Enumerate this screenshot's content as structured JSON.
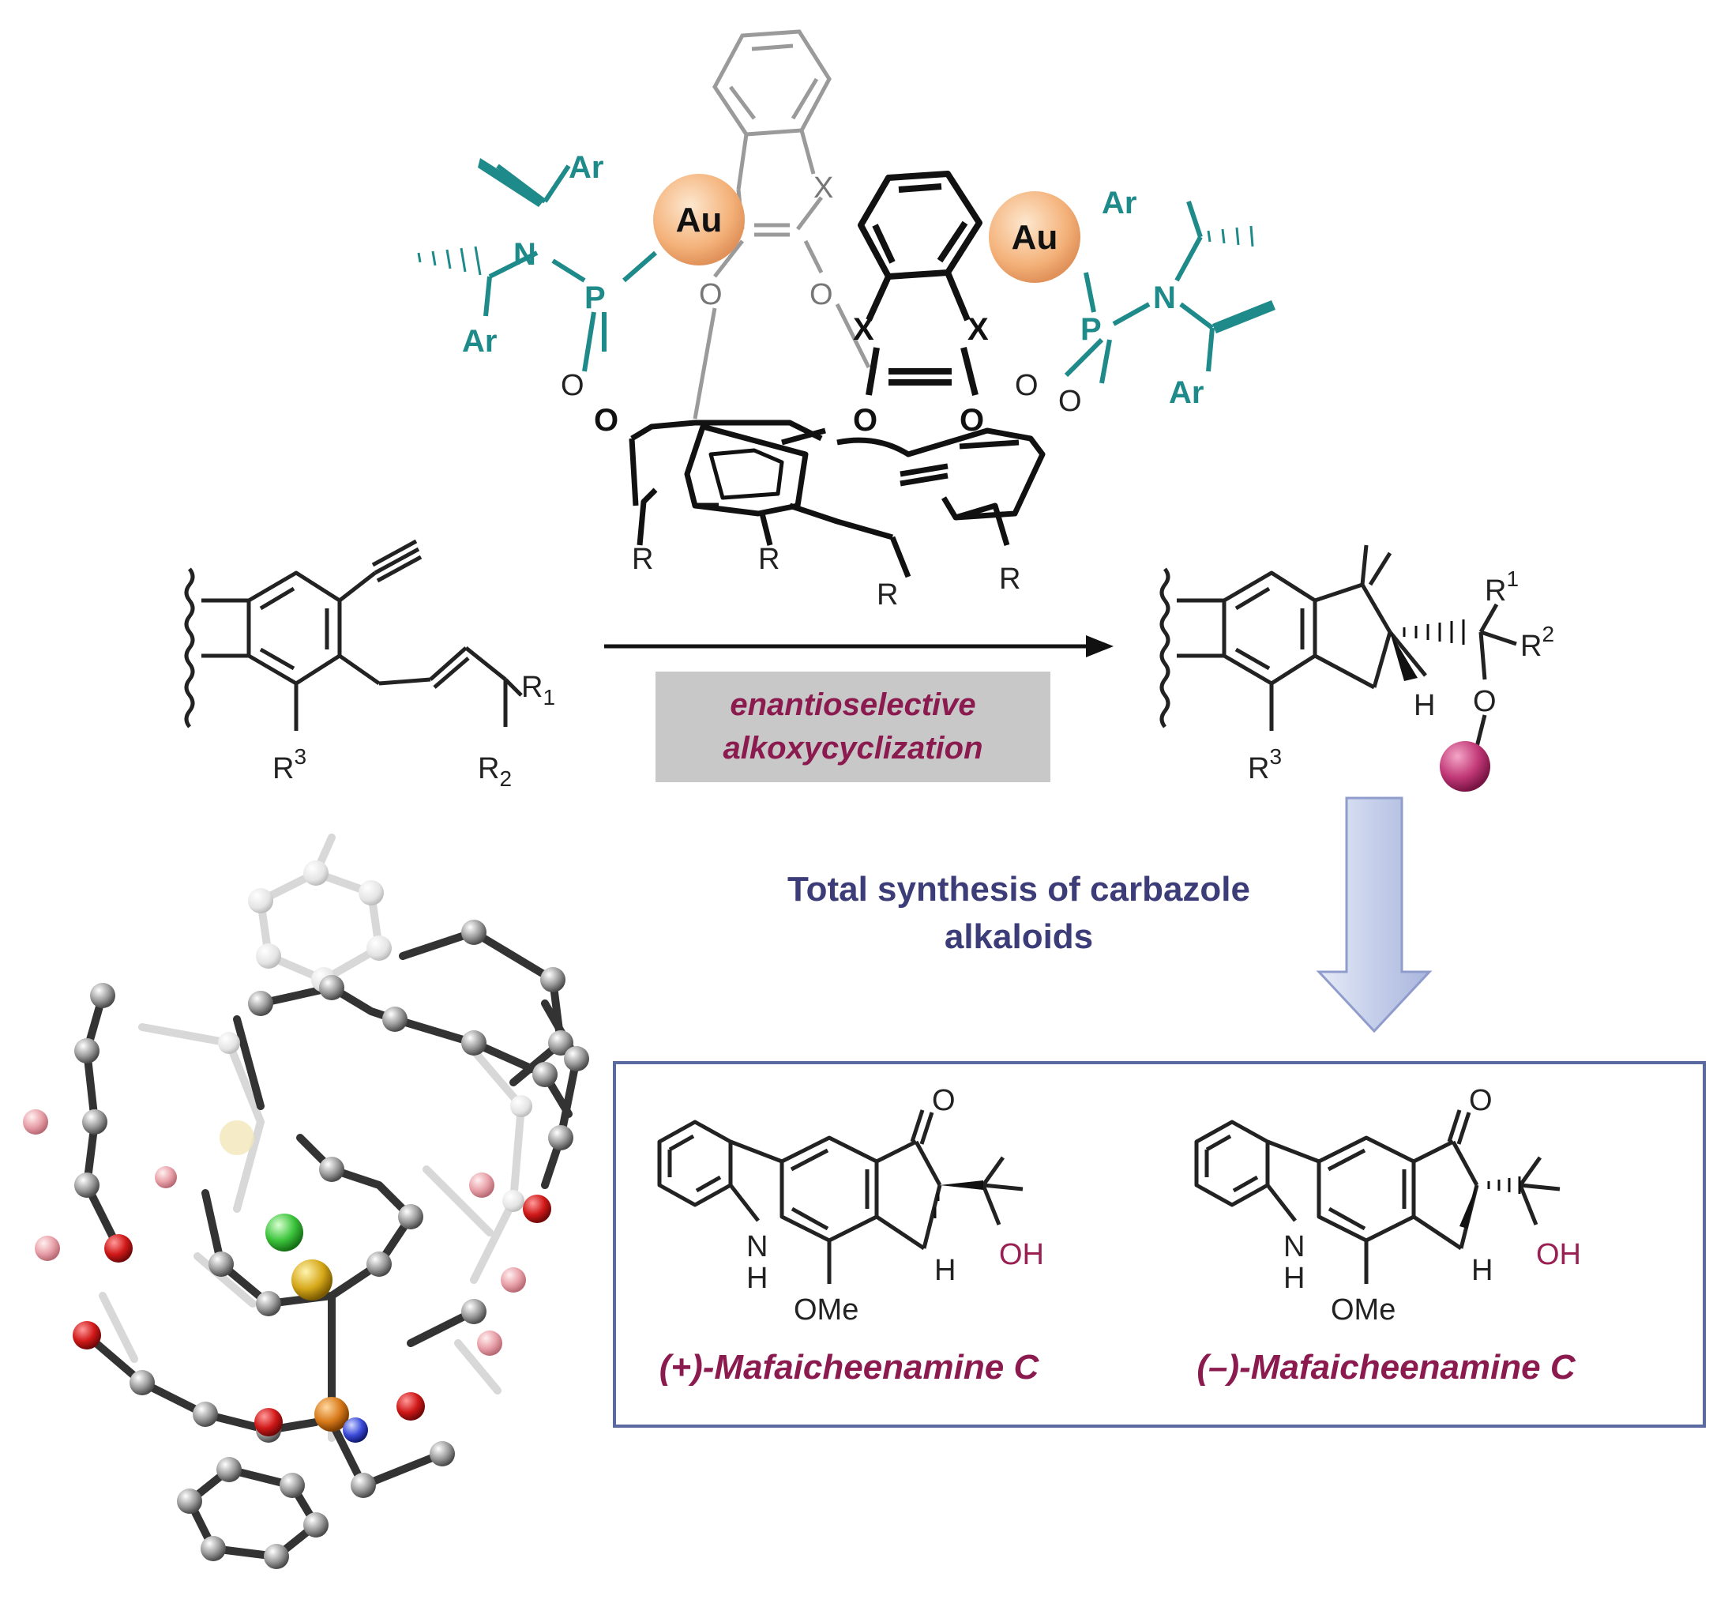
{
  "catalyst": {
    "metal_left": "Au",
    "metal_right": "Au",
    "phosphorus_left": "P",
    "phosphorus_right": "P",
    "nitrogen_left": "N",
    "nitrogen_right": "N",
    "aryl_labels": [
      "Ar",
      "Ar",
      "Ar",
      "Ar"
    ],
    "oxygen_label": "O",
    "x_labels": [
      "X",
      "X",
      "X"
    ],
    "r_labels": [
      "R",
      "R",
      "R",
      "R"
    ]
  },
  "reaction": {
    "label_line1": "enantioselective",
    "label_line2": "alkoxycyclization",
    "sm_R1": "R",
    "sm_R1_sub": "1",
    "sm_R2": "R",
    "sm_R2_sub": "2",
    "sm_R3": "R",
    "sm_R3_sup": "3",
    "prod_R1": "R",
    "prod_R1_sup": "1",
    "prod_R2": "R",
    "prod_R2_sup": "2",
    "prod_R3": "R",
    "prod_R3_sup": "3",
    "prod_H": "H",
    "prod_O": "O"
  },
  "synthesis_note": {
    "line1": "Total synthesis of carbazole",
    "line2": "alkaloids"
  },
  "products": [
    {
      "name": "(+)-Mafaicheenamine C",
      "carbonyl_O": "O",
      "NH_N": "N",
      "NH_H": "H",
      "H": "H",
      "OH": "OH",
      "OMe": "OMe"
    },
    {
      "name": "(–)-Mafaicheenamine C",
      "carbonyl_O": "O",
      "NH_N": "N",
      "NH_H": "H",
      "H": "H",
      "OH": "OH",
      "OMe": "OMe"
    }
  ],
  "colors": {
    "gold_sphere": "#f4b27a",
    "teal_ligand": "#1f8a8a",
    "maroon_text": "#8b1a4f",
    "purple_text": "#3c3c78",
    "label_box": "#c8c8c8",
    "arrow_fill": "#c9d2ea",
    "product_box_border": "#5a6aa0"
  }
}
